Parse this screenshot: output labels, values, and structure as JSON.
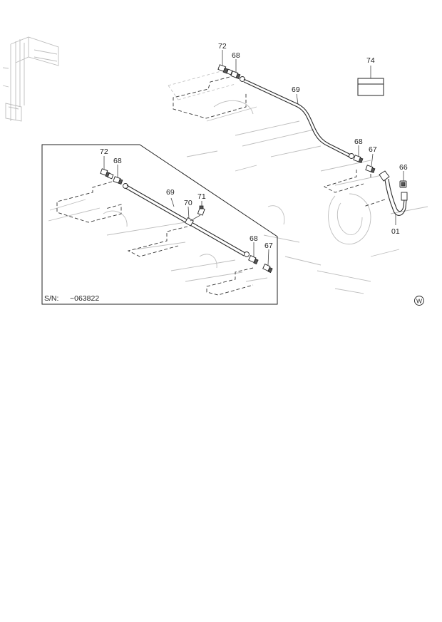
{
  "callouts": {
    "c72_top": "72",
    "c68_top": "68",
    "c69_top": "69",
    "c68_right": "68",
    "c67_right": "67",
    "c66": "66",
    "c01": "01",
    "c74": "74",
    "c72_inset": "72",
    "c68_inset": "68",
    "c69_inset": "69",
    "c70_inset": "70",
    "c71_inset": "71",
    "c68_inset_b": "68",
    "c67_inset_b": "67"
  },
  "serial_note": {
    "label": "S/N:",
    "value": "~063822"
  },
  "corner_mark": "W"
}
